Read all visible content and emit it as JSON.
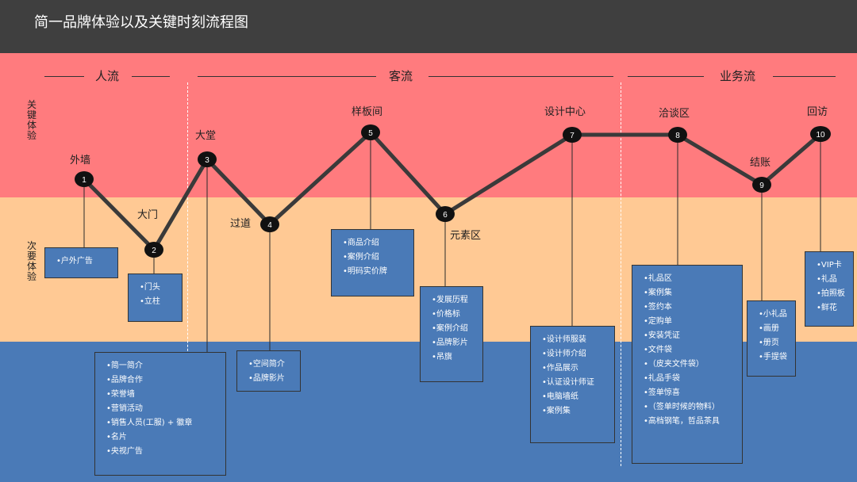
{
  "title": "简一品牌体验以及关键时刻流程图",
  "band_labels": {
    "key": "关键体验",
    "secondary": "次要体验"
  },
  "sections": [
    "人流",
    "客流",
    "业务流"
  ],
  "colors": {
    "header": "#3f3f3f",
    "key_band": "#ff7b7e",
    "secondary_band": "#ffc994",
    "base_band": "#4a7ab7",
    "box": "#4a7ab7",
    "line": "#3a3a3a",
    "node": "#111111"
  },
  "nodes": [
    {
      "num": "1",
      "label": "外墙"
    },
    {
      "num": "2",
      "label": "大门"
    },
    {
      "num": "3",
      "label": "大堂"
    },
    {
      "num": "4",
      "label": "过道"
    },
    {
      "num": "5",
      "label": "样板间"
    },
    {
      "num": "6",
      "label": "元素区"
    },
    {
      "num": "7",
      "label": "设计中心"
    },
    {
      "num": "8",
      "label": "洽谈区"
    },
    {
      "num": "9",
      "label": "结账"
    },
    {
      "num": "10",
      "label": "回访"
    }
  ],
  "boxes": [
    {
      "items": [
        "•户外广告"
      ]
    },
    {
      "items": [
        "•门头",
        "•立柱"
      ]
    },
    {
      "items": [
        "•简一简介",
        "•品牌合作",
        "•荣誉墙",
        "•营销活动",
        "•销售人员(工服) + 徽章",
        "•名片",
        "•央视广告"
      ]
    },
    {
      "items": [
        "•空间简介",
        "•品牌影片"
      ]
    },
    {
      "items": [
        "•商品介绍",
        "•案例介绍",
        "•明码实价牌"
      ]
    },
    {
      "items": [
        "•发展历程",
        "•价格标",
        "•案例介绍",
        "•品牌影片",
        "•吊旗"
      ]
    },
    {
      "items": [
        "•设计师服装",
        "•设计师介绍",
        "•作品展示",
        "•认证设计师证",
        "•电脑墙纸",
        "•案例集"
      ]
    },
    {
      "items": [
        "•礼品区",
        "•案例集",
        "•签约本",
        "•定购单",
        "•安装凭证",
        "•文件袋",
        "•（皮夹文件袋）",
        "•礼品手袋",
        "•签单惊喜",
        "•（签单时候的物料）",
        "•高档钢笔，哲品茶具"
      ]
    },
    {
      "items": [
        "•小礼品",
        "•画册",
        "•册页",
        "•手提袋"
      ]
    },
    {
      "items": [
        "•VIP卡",
        "•礼品",
        "•拍照板",
        "•鲜花"
      ]
    }
  ]
}
